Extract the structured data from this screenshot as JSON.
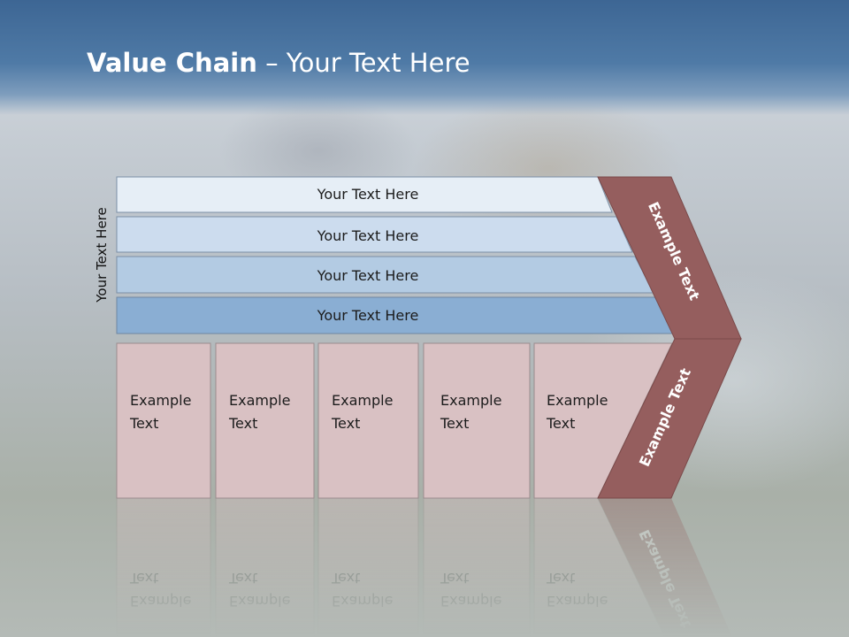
{
  "slide": {
    "title_bold": "Value Chain",
    "title_rest": " – Your Text Here",
    "side_label": "Your Text Here"
  },
  "bars": [
    {
      "label": "Your Text Here",
      "color": "#e6eef6"
    },
    {
      "label": "Your Text Here",
      "color": "#ccdcee"
    },
    {
      "label": "Your Text Here",
      "color": "#b3cbe3"
    },
    {
      "label": "Your Text Here",
      "color": "#8aaed3"
    }
  ],
  "boxes": [
    {
      "line1": "Example",
      "line2": "Text"
    },
    {
      "line1": "Example",
      "line2": "Text"
    },
    {
      "line1": "Example",
      "line2": "Text"
    },
    {
      "line1": "Example",
      "line2": "Text"
    },
    {
      "line1": "Example",
      "line2": "Text"
    }
  ],
  "chevron": {
    "upper_label": "Example Text",
    "lower_label": "Example Text",
    "color": "#955e5e"
  },
  "colors": {
    "box_fill": "#d9c1c3",
    "title_band": "#4a74a0"
  }
}
